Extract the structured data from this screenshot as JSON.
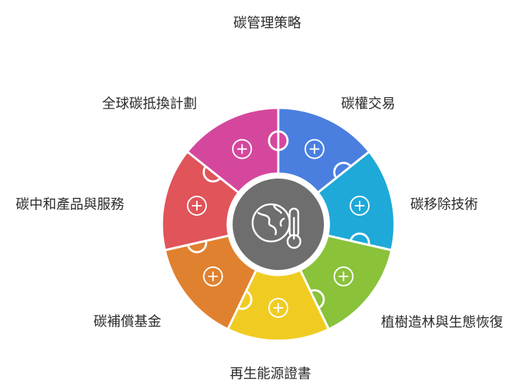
{
  "title": "碳管理策略",
  "center": {
    "icon": "globe-thermometer-icon"
  },
  "segments": [
    {
      "id": "carbon-trading",
      "label": "碳權交易",
      "color": "#4a7fe0",
      "icon": "refresh-cycle-icon"
    },
    {
      "id": "carbon-removal",
      "label": "碳移除技術",
      "color": "#1ea9d8",
      "icon": "airflow-icon"
    },
    {
      "id": "reforestation",
      "label": "植樹造林與生態恢復",
      "color": "#8ac23a",
      "icon": "tree-stump-icon"
    },
    {
      "id": "renewable-certificates",
      "label": "再生能源證書",
      "color": "#f0cc22",
      "icon": "battery-leaf-icon"
    },
    {
      "id": "compensation-fund",
      "label": "碳補償基金",
      "color": "#e0812f",
      "icon": "bitcoin-cycle-icon"
    },
    {
      "id": "neutral-products",
      "label": "碳中和產品與服務",
      "color": "#e0545a",
      "icon": "lightbulb-icon"
    },
    {
      "id": "global-offset",
      "label": "全球碳抵換計劃",
      "color": "#d5479d",
      "icon": "seo-globe-icon"
    }
  ]
}
